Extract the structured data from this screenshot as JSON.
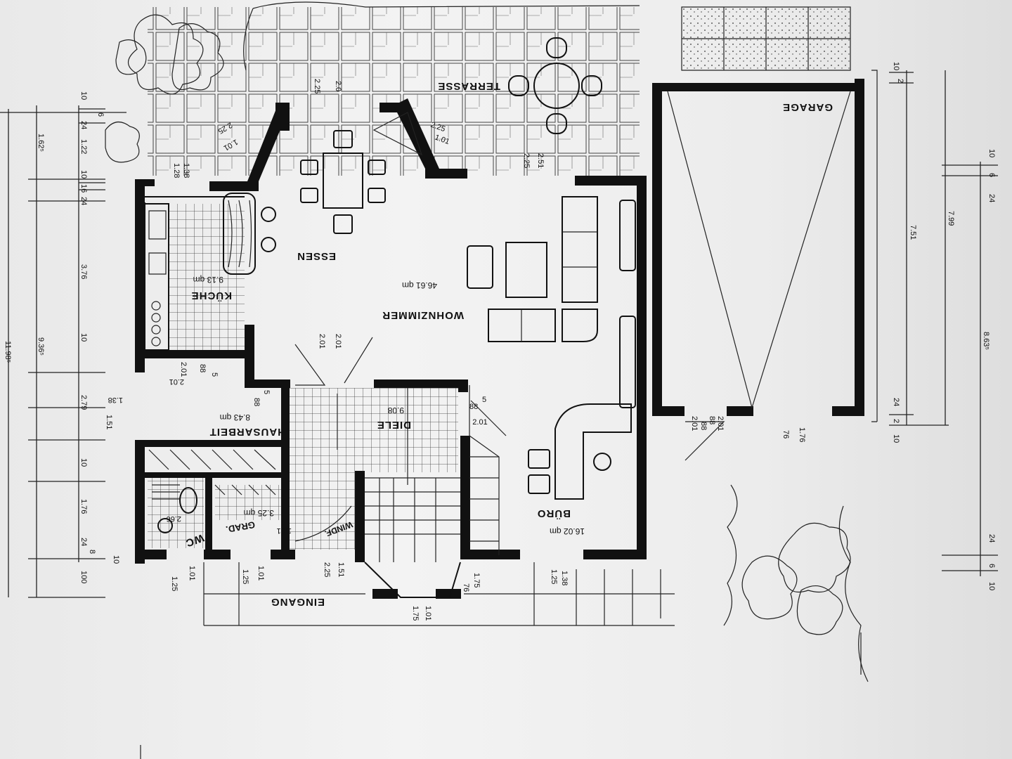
{
  "rooms": {
    "terrasse": "TERRASSE",
    "garage": "GARAGE",
    "essen": "ESSEN",
    "wohnzimmer": "WOHNZIMMER",
    "wohnzimmer_area": "46.61 qm",
    "kueche": "KÜCHE",
    "kueche_area": "9.13 qm",
    "hausarbeit": "HAUSARBEIT",
    "hausarbeit_area": "8.43 qm",
    "diele": "DIELE",
    "diele_area": "9.08",
    "buero": "BÜRO",
    "buero_area": "16.02 qm",
    "windf": "WINDF.",
    "grad": "GRAD.",
    "grad_area": "3.25 qm",
    "wc": "WC",
    "wc_area": "2.66",
    "eingang": "EINGANG"
  },
  "dimensions": {
    "left_outer": [
      "11.98⁵"
    ],
    "left_middle": [
      "1.62⁵",
      "9.36⁵"
    ],
    "left_inner": [
      "10",
      "6",
      "24",
      "1.22",
      "10",
      "16",
      "24",
      "3.76",
      "10",
      "2.79",
      "10",
      "1.76",
      "24",
      "8",
      "10",
      "100"
    ],
    "left_extra": [
      "1.38",
      "1.51"
    ],
    "right_outer": [
      "7.99",
      "8.63⁵"
    ],
    "right_inner": [
      "10",
      "2",
      "10",
      "6",
      "24",
      "7.51",
      "24",
      "2",
      "10",
      "24",
      "6",
      "10"
    ],
    "bottom": [
      "1.25",
      "1.01",
      "1.25",
      "1.01",
      "2.25",
      "1.51",
      "1.75",
      "1.25",
      "1.38",
      "1.01",
      "1.75",
      "76"
    ],
    "top": [
      "2.25",
      "2.0",
      "2.25",
      "1.01",
      "2.25",
      "1.01",
      "2.25",
      "2.51",
      "1.38",
      "1.28"
    ],
    "doors": [
      "2.01",
      "2.01",
      "88",
      "5",
      "2.01",
      "88",
      "5",
      "2.01",
      "88",
      "5",
      "2.01",
      "88",
      "1.76",
      "76",
      "88",
      "2.01",
      "1.01",
      "2.01"
    ]
  }
}
